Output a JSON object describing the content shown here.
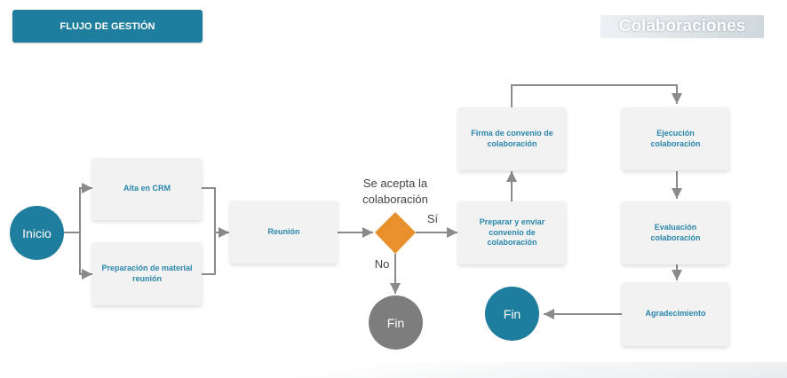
{
  "header": {
    "button_label": "FLUJO DE GESTIÓN",
    "title": "Colaboraciones"
  },
  "nodes": {
    "inicio": "Inicio",
    "alta_crm": "Alta en CRM",
    "preparacion": "Preparación de material reunión",
    "reunion": "Reunión",
    "decision_question": "Se acepta la colaboración",
    "yes": "Sí",
    "no": "No",
    "fin_no": "Fin",
    "preparar_enviar": "Preparar y enviar convenio de colaboración",
    "firma": "Firma de convenio de colaboración",
    "ejecucion": "Ejecución colaboración",
    "evaluacion": "Evaluación colaboración",
    "agradecimiento": "Agradecimiento",
    "fin_end": "Fin"
  },
  "colors": {
    "primary": "#1f7e9e",
    "node_text": "#2a86ab",
    "decision": "#e8902b",
    "fin_grey": "#7d7d7d",
    "connector": "#8a8a8a"
  }
}
